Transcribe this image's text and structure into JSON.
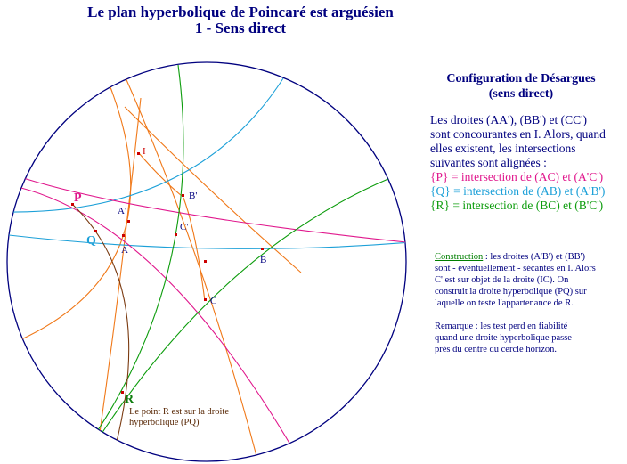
{
  "title": {
    "line1": "Le plan hyperbolique de Poincaré est arguésien",
    "line2": "1 - Sens direct"
  },
  "panel": {
    "heading_line1": "Configuration de Désargues",
    "heading_line2": "(sens direct)",
    "intro_line1": "Les droites (AA'), (BB') et (CC')",
    "intro_line2": "sont concourantes en I. Alors, quand",
    "intro_line3": "elles existent, les intersections",
    "intro_line4": "suivantes sont alignées :",
    "p_line": "{P} = intersection de (AC) et (A'C')",
    "q_line": "{Q} = intersection de (AB) et (A'B')",
    "r_line": "{R} = intersection de (BC) et (B'C')"
  },
  "construction": {
    "head": "Construction",
    "line1": " : les droites (A'B') et (BB')",
    "line2": "sont - éventuellement - sécantes en I. Alors",
    "line3": "C' est sur objet de la droite (IC). On",
    "line4": "construit la droite hyperbolique (PQ) sur",
    "line5": "laquelle on teste l'appartenance de R."
  },
  "remark": {
    "head": "Remarque",
    "line1": " : les test perd en fiabilité",
    "line2": "quand une droite hyperbolique passe",
    "line3": "près du centre du cercle horizon."
  },
  "labels": {
    "I": "I",
    "A": "A",
    "A_prime": "A'",
    "B": "B",
    "B_prime": "B'",
    "C": "C",
    "C_prime": "C'",
    "P": "P",
    "Q": "Q",
    "R": "R",
    "r_note_line1": "Le point R est sur la droite",
    "r_note_line2": "hyperbolique (PQ)"
  },
  "colors": {
    "title": "#00007f",
    "horizon": "#00007f",
    "lines_AA_BB_CC": "#f07818",
    "line_AB_family": "#1ca0d8",
    "line_AC_family": "#e0168c",
    "line_BC_family": "#0c9c0c",
    "line_PQ": "#7a3a10",
    "points": "#cc0000"
  }
}
